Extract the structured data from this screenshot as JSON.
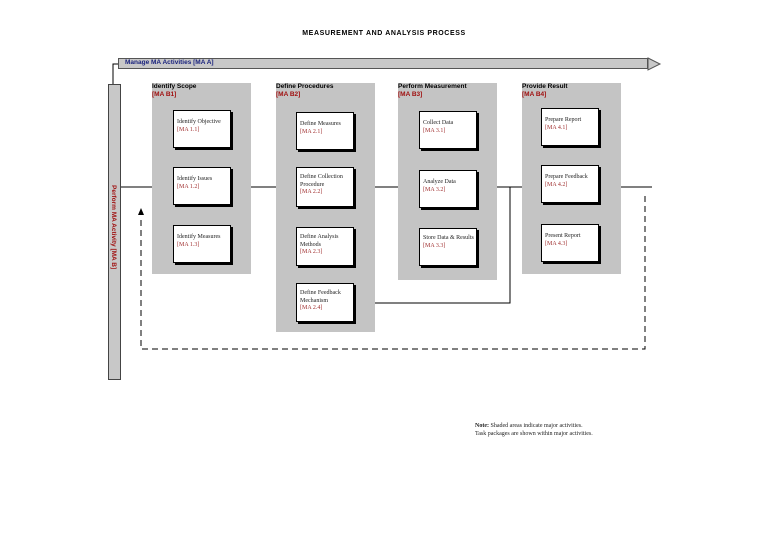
{
  "title": "MEASUREMENT AND ANALYSIS PROCESS",
  "manage_bar": "Manage MA Activities [MA A]",
  "perform_bar": "Perform MA Activity [MA B]",
  "activities": [
    {
      "name": "Identify Scope",
      "code": "[MA B1]",
      "tasks": [
        {
          "name": "Identify Objective",
          "code": "[MA 1.1]"
        },
        {
          "name": "Identify Issues",
          "code": "[MA 1.2]"
        },
        {
          "name": "Identify Measures",
          "code": "[MA 1.3]"
        }
      ]
    },
    {
      "name": "Define Procedures",
      "code": "[MA B2]",
      "tasks": [
        {
          "name": "Define Measures",
          "code": "[MA 2.1]"
        },
        {
          "name": "Define Collection Procedure",
          "code": "[MA 2.2]"
        },
        {
          "name": "Define Analysis Methods",
          "code": "[MA 2.3]"
        },
        {
          "name": "Define Feedback Mechanism",
          "code": "[MA 2.4]"
        }
      ]
    },
    {
      "name": "Perform Measurement",
      "code": "[MA B3]",
      "tasks": [
        {
          "name": "Collect Data",
          "code": "[MA 3.1]"
        },
        {
          "name": "Analyze Data",
          "code": "[MA 3.2]"
        },
        {
          "name": "Store Data & Results",
          "code": "[MA 3.3]"
        }
      ]
    },
    {
      "name": "Provide Result",
      "code": "[MA B4]",
      "tasks": [
        {
          "name": "Prepare Report",
          "code": "[MA 4.1]"
        },
        {
          "name": "Prepare Feedback",
          "code": "[MA 4.2]"
        },
        {
          "name": "Present Report",
          "code": "[MA 4.3]"
        }
      ]
    }
  ],
  "note": {
    "label": "Note:",
    "line1": "Shaded areas indicate major activities.",
    "line2": "Task packages are shown within major activities."
  },
  "colors": {
    "panel": "#c4c4c4",
    "code_red": "#a01010",
    "manage_text": "#1a237e"
  }
}
